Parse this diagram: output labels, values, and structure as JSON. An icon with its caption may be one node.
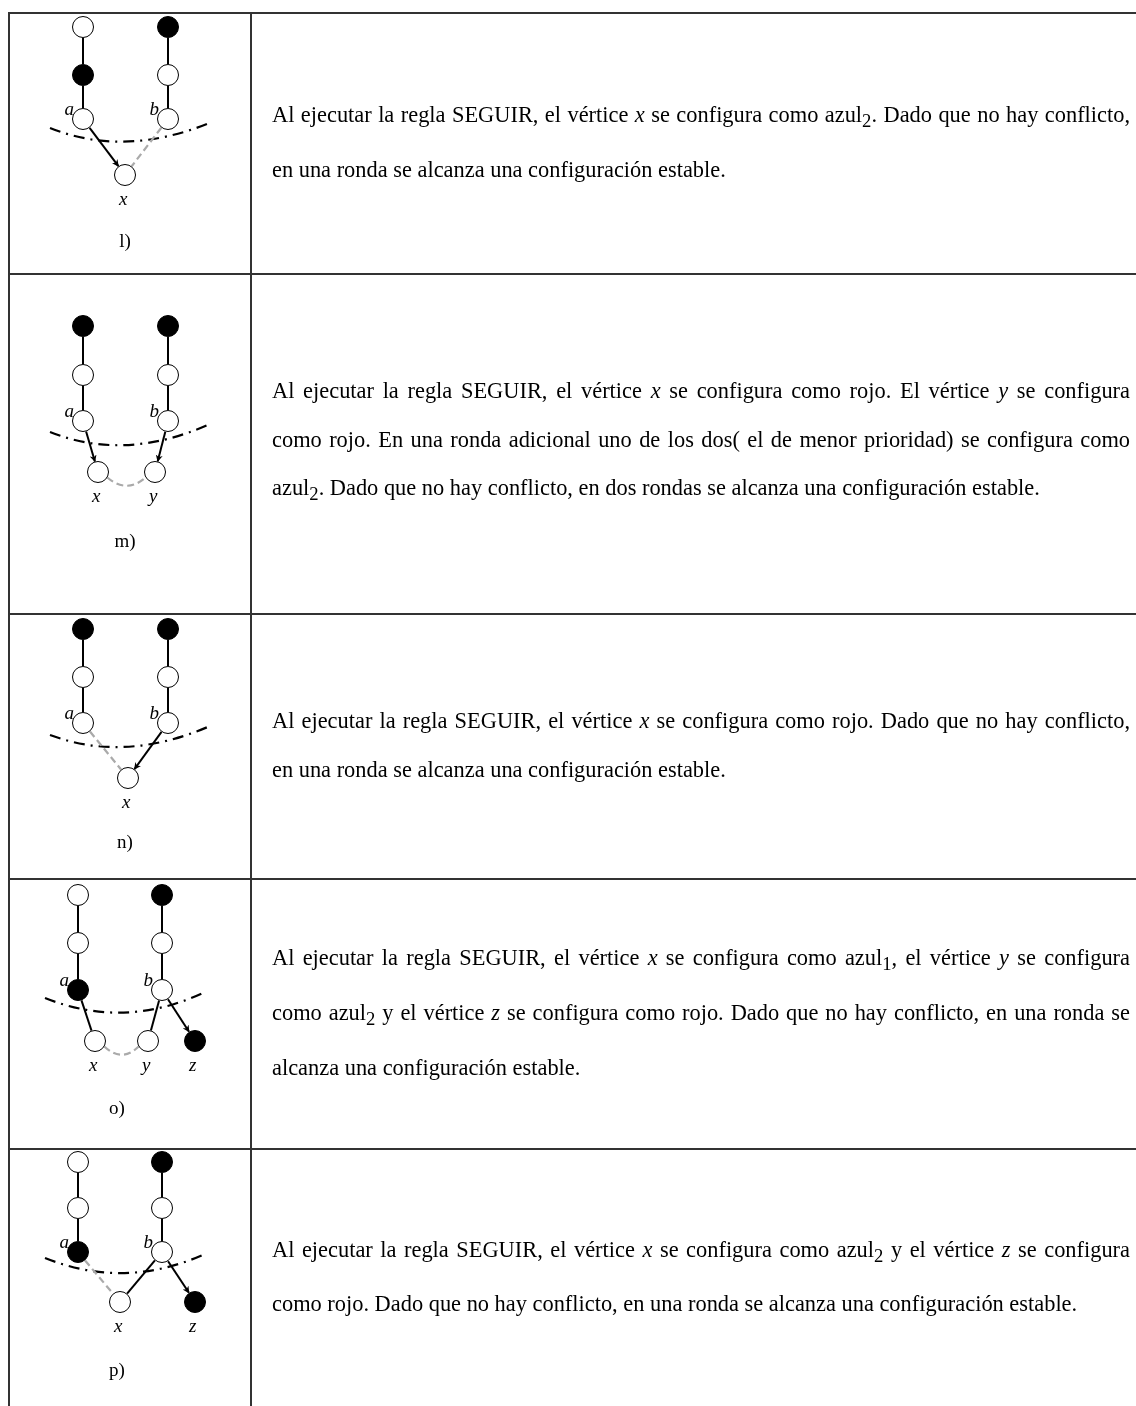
{
  "diagram": {
    "nodes": [
      {
        "text": [],
        "shape": "circle"
      },
      {
        "text": [],
        "shape": "dot"
      },
      {
        "text": [],
        "shape": "dot"
      },
      {
        "text": [],
        "shape": "circle"
      },
      {
        "text": [],
        "shape": "circle",
        "beside": [
          "*a*"
        ]
      },
      {
        "text": [],
        "shape": "circle",
        "beside": [
          "*b*"
        ]
      },
      {
        "text": [],
        "shape": "circle",
        "beside": [
          "*x*"
        ]
      },
      {
        "text": [],
        "shape": "dot"
      },
      {
        "text": [],
        "shape": "dot"
      },
      {
        "text": [],
        "shape": "circle"
      },
      {
        "text": [],
        "shape": "circle"
      },
      {
        "text": [],
        "shape": "circle",
        "beside": [
          "*a*"
        ]
      },
      {
        "text": [],
        "shape": "circle",
        "beside": [
          "*b*"
        ]
      },
      {
        "text": [],
        "shape": "circle",
        "beside": [
          "*x*"
        ]
      },
      {
        "text": [],
        "shape": "circle",
        "beside": [
          "*y*"
        ]
      },
      {
        "text": [],
        "shape": "dot"
      },
      {
        "text": [],
        "shape": "dot"
      },
      {
        "text": [],
        "shape": "circle"
      },
      {
        "text": [],
        "shape": "circle"
      },
      {
        "text": [],
        "shape": "circle",
        "beside": [
          "*a*"
        ]
      },
      {
        "text": [],
        "shape": "circle",
        "beside": [
          "*b*"
        ]
      },
      {
        "text": [],
        "shape": "circle",
        "beside": [
          "*x*"
        ]
      },
      {
        "text": [],
        "shape": "circle"
      },
      {
        "text": [],
        "shape": "dot"
      },
      {
        "text": [],
        "shape": "circle"
      },
      {
        "text": [],
        "shape": "circle"
      },
      {
        "text": [],
        "shape": "dot",
        "beside": [
          "*a*"
        ]
      },
      {
        "text": [],
        "shape": "circle",
        "beside": [
          "*b*"
        ]
      },
      {
        "text": [],
        "shape": "circle",
        "beside": [
          "*x*"
        ]
      },
      {
        "text": [],
        "shape": "circle",
        "beside": [
          "*y*"
        ]
      },
      {
        "text": [],
        "shape": "dot",
        "beside": [
          "*z*"
        ]
      },
      {
        "text": [],
        "shape": "circle"
      },
      {
        "text": [],
        "shape": "dot"
      },
      {
        "text": [],
        "shape": "circle"
      },
      {
        "text": [],
        "shape": "circle"
      },
      {
        "text": [],
        "shape": "dot",
        "beside": [
          "*a*"
        ]
      },
      {
        "text": [],
        "shape": "circle",
        "beside": [
          "*b*"
        ]
      },
      {
        "text": [],
        "shape": "circle",
        "beside": [
          "*x*"
        ]
      },
      {
        "text": [],
        "shape": "dot",
        "beside": [
          "*z*"
        ]
      }
    ],
    "edges": [
      {
        "from": 0,
        "to": 2,
        "arrow": "none"
      },
      {
        "from": 2,
        "to": 4,
        "arrow": "none"
      },
      {
        "from": 1,
        "to": 3,
        "arrow": "none"
      },
      {
        "from": 3,
        "to": 5,
        "arrow": "none"
      },
      {
        "from": 4,
        "to": 6,
        "arrow": "to"
      },
      {
        "from": 5,
        "to": 6,
        "arrow": "none",
        "style": "dashed",
        "color": "#aaaaaa"
      },
      {
        "from": 7,
        "to": 9,
        "arrow": "none"
      },
      {
        "from": 9,
        "to": 11,
        "arrow": "none"
      },
      {
        "from": 8,
        "to": 10,
        "arrow": "none"
      },
      {
        "from": 10,
        "to": 12,
        "arrow": "none"
      },
      {
        "from": 11,
        "to": 13,
        "arrow": "to"
      },
      {
        "from": 12,
        "to": 14,
        "arrow": "to"
      },
      {
        "from": 13,
        "to": 14,
        "arrow": "none",
        "style": "dashed",
        "color": "#aaaaaa"
      },
      {
        "from": 15,
        "to": 17,
        "arrow": "none"
      },
      {
        "from": 17,
        "to": 19,
        "arrow": "none"
      },
      {
        "from": 16,
        "to": 18,
        "arrow": "none"
      },
      {
        "from": 18,
        "to": 20,
        "arrow": "none"
      },
      {
        "from": 19,
        "to": 21,
        "arrow": "none",
        "style": "dashed",
        "color": "#aaaaaa"
      },
      {
        "from": 20,
        "to": 21,
        "arrow": "to"
      },
      {
        "from": 22,
        "to": 24,
        "arrow": "none"
      },
      {
        "from": 24,
        "to": 26,
        "arrow": "none"
      },
      {
        "from": 23,
        "to": 25,
        "arrow": "none"
      },
      {
        "from": 25,
        "to": 27,
        "arrow": "none"
      },
      {
        "from": 26,
        "to": 28,
        "arrow": "none"
      },
      {
        "from": 27,
        "to": 29,
        "arrow": "none"
      },
      {
        "from": 27,
        "to": 30,
        "arrow": "to"
      },
      {
        "from": 28,
        "to": 29,
        "arrow": "none",
        "style": "dashed",
        "color": "#aaaaaa"
      },
      {
        "from": 31,
        "to": 33,
        "arrow": "none"
      },
      {
        "from": 33,
        "to": 35,
        "arrow": "none"
      },
      {
        "from": 32,
        "to": 34,
        "arrow": "none"
      },
      {
        "from": 34,
        "to": 36,
        "arrow": "none"
      },
      {
        "from": 35,
        "to": 37,
        "arrow": "none",
        "style": "dashed",
        "color": "#aaaaaa"
      },
      {
        "from": 36,
        "to": 37,
        "arrow": "none"
      },
      {
        "from": 36,
        "to": 38,
        "arrow": "to"
      }
    ],
    "labels": [
      "l)",
      "Al ejecutar la regla SEGUIR, el vértice *x* se configura como azul$_{2}$. Dado que no hay conflicto, en una ronda se alcanza una configuración estable.",
      "m)",
      "Al ejecutar la regla SEGUIR, el vértice *x* se configura como rojo. El vértice *y* se configura como rojo. En una ronda adicional uno de los dos( el de menor prioridad) se configura como azul$_{2}$. Dado que no hay conflicto, en dos rondas se alcanza una configuración estable.",
      "n)",
      "Al ejecutar la regla SEGUIR, el vértice *x* se configura como rojo. Dado que no hay conflicto, en una ronda se alcanza una configuración estable.",
      "o)",
      "Al ejecutar la regla SEGUIR, el vértice *x* se configura como azul$_{1}$, el vértice *y* se configura como azul$_{2}$ y el vértice *z* se configura como rojo. Dado que no hay conflicto, en una ronda se alcanza una configuración estable.",
      "p)",
      "Al ejecutar la regla SEGUIR, el vértice *x* se configura como azul$_{2}$ y el vértice *z* se configura como rojo. Dado que no hay conflicto, en una ronda se alcanza una configuración estable."
    ]
  }
}
